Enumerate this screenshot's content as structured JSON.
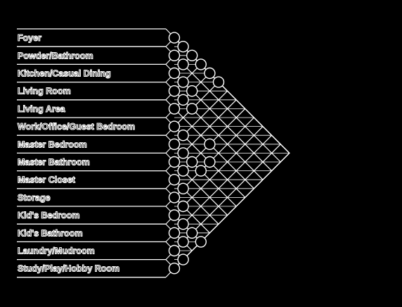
{
  "diagram": {
    "type": "adjacency-matrix",
    "colors": {
      "background": "#000000",
      "line": "#ffffff",
      "marker": "#ffffff"
    },
    "rooms": [
      "Foyer",
      "Powder/Bathroom",
      "Kitchen/Casual Dining",
      "Living Room",
      "Living Area",
      "Work/Office/Guest Bedroom",
      "Master Bedroom",
      "Master Bathroom",
      "Master Closet",
      "Storage",
      "Kid's Bedroom",
      "Kid's Bathroom",
      "Laundry/Mudroom",
      "Study/Play/Hobby Room"
    ],
    "adjacencies": [
      [
        0,
        1
      ],
      [
        0,
        2
      ],
      [
        0,
        3
      ],
      [
        0,
        4
      ],
      [
        1,
        2
      ],
      [
        2,
        3
      ],
      [
        2,
        4
      ],
      [
        3,
        4
      ],
      [
        0,
        5
      ],
      [
        5,
        6
      ],
      [
        3,
        5
      ],
      [
        6,
        7
      ],
      [
        6,
        8
      ],
      [
        7,
        8
      ],
      [
        6,
        9
      ],
      [
        8,
        9
      ],
      [
        9,
        10
      ],
      [
        10,
        11
      ],
      [
        10,
        12
      ],
      [
        11,
        12
      ],
      [
        12,
        13
      ],
      [
        10,
        13
      ],
      [
        5,
        9
      ],
      [
        4,
        8
      ]
    ]
  }
}
